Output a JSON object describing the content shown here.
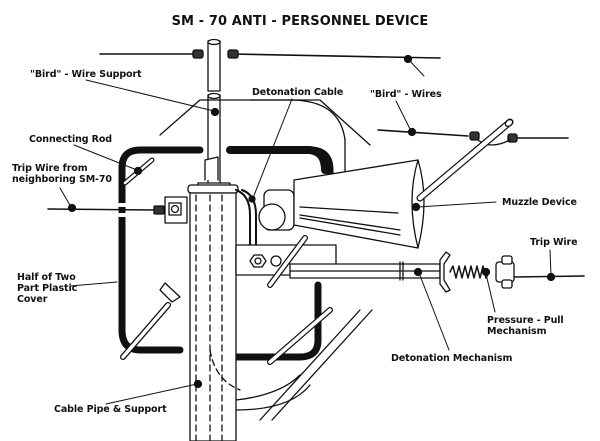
{
  "title": "SM - 70 ANTI - PERSONNEL DEVICE",
  "colors": {
    "ink": "#111111",
    "background": "#ffffff"
  },
  "labels": {
    "bird_wire_support": "\"Bird\" - Wire Support",
    "detonation_cable": "Detonation Cable",
    "bird_wires": "\"Bird\" - Wires",
    "connecting_rod": "Connecting Rod",
    "trip_wire_neighbor": "Trip Wire from\nneighboring SM-70",
    "muzzle_device": "Muzzle Device",
    "trip_wire": "Trip Wire",
    "plastic_cover": "Half of Two\nPart Plastic\nCover",
    "pressure_pull": "Pressure - Pull\nMechanism",
    "detonation_mechanism": "Detonation Mechanism",
    "cable_pipe": "Cable Pipe & Support"
  }
}
